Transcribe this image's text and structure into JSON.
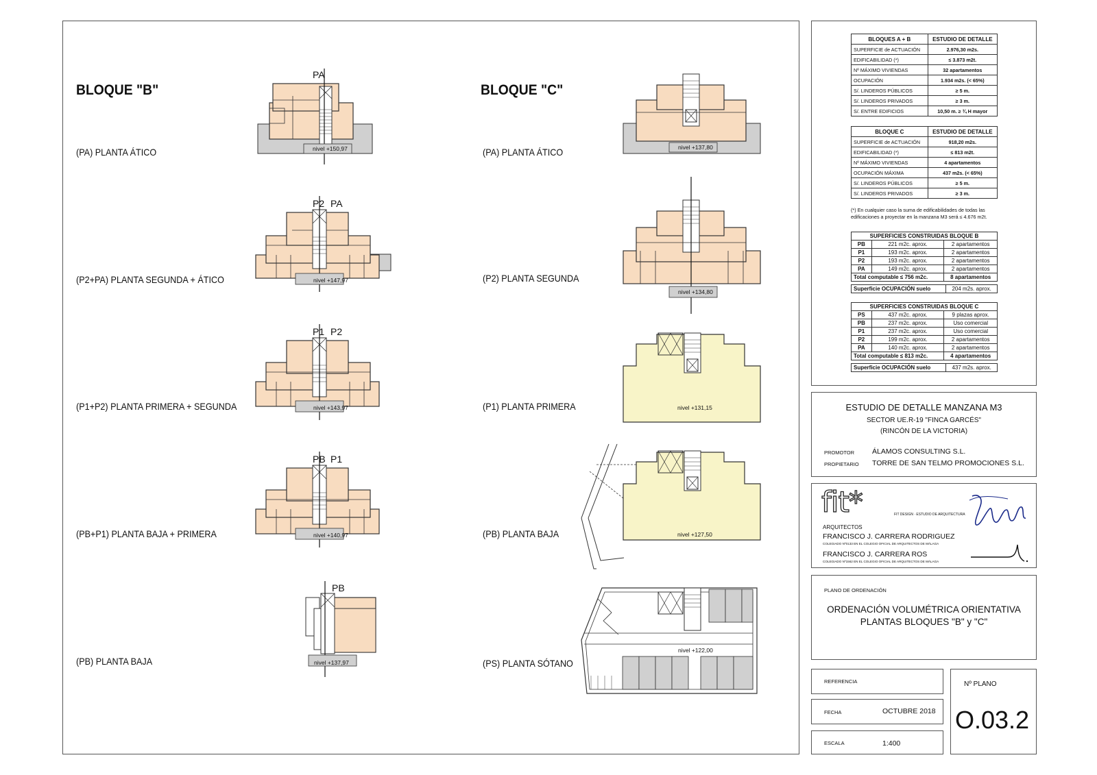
{
  "blocks": {
    "b": {
      "title": "BLOQUE \"B\"",
      "plans": [
        {
          "label": "(PA) PLANTA ÁTICO",
          "tags": [
            "PA"
          ],
          "nivel": "nivel +150,97"
        },
        {
          "label": "(P2+PA) PLANTA SEGUNDA + ÁTICO",
          "tags": [
            "P2",
            "PA"
          ],
          "nivel": "nivel +147,97"
        },
        {
          "label": "(P1+P2) PLANTA PRIMERA + SEGUNDA",
          "tags": [
            "P1",
            "P2"
          ],
          "nivel": "nivel +143,97"
        },
        {
          "label": "(PB+P1) PLANTA BAJA + PRIMERA",
          "tags": [
            "PB",
            "P1"
          ],
          "nivel": "nivel +140,97"
        },
        {
          "label": "(PB) PLANTA BAJA",
          "tags": [
            "PB"
          ],
          "nivel": "nivel +137,97"
        }
      ]
    },
    "c": {
      "title": "BLOQUE \"C\"",
      "plans": [
        {
          "label": "(PA) PLANTA ÁTICO",
          "nivel": "nivel +137,80"
        },
        {
          "label": "(P2) PLANTA SEGUNDA",
          "nivel": "nivel +134,80"
        },
        {
          "label": "(P1) PLANTA PRIMERA",
          "nivel": "nivel +131,15"
        },
        {
          "label": "(PB) PLANTA BAJA",
          "nivel": "nivel +127,50"
        },
        {
          "label": "(PS) PLANTA SÓTANO",
          "nivel": "nivel +122,00"
        }
      ]
    }
  },
  "table_ab": {
    "header": [
      "BLOQUES A + B",
      "ESTUDIO DE DETALLE"
    ],
    "rows": [
      [
        "SUPERFICIE de ACTUACIÓN",
        "2.976,30 m2s."
      ],
      [
        "EDIFICABILIDAD (*)",
        "≤ 3.873 m2t."
      ],
      [
        "Nº MÁXIMO VIVIENDAS",
        "32 apartamentos"
      ],
      [
        "OCUPACIÓN",
        "1.934 m2s. (< 65%)"
      ],
      [
        "S/. LINDEROS PÚBLICOS",
        "≥ 5 m."
      ],
      [
        "S/. LINDEROS PRIVADOS",
        "≥ 3 m."
      ],
      [
        "S/. ENTRE EDIFICIOS",
        "10,50 m. ≥ ¾ H mayor"
      ]
    ]
  },
  "table_c": {
    "header": [
      "BLOQUE C",
      "ESTUDIO DE DETALLE"
    ],
    "rows": [
      [
        "SUPERFICIE de ACTUACIÓN",
        "918,20 m2s."
      ],
      [
        "EDIFICABILIDAD (*)",
        "≤ 813 m2t."
      ],
      [
        "Nº MÁXIMO VIVIENDAS",
        "4 apartamentos"
      ],
      [
        "OCUPACIÓN MÁXIMA",
        "437 m2s. (< 65%)"
      ],
      [
        "S/. LINDEROS PÚBLICOS",
        "≥ 5 m."
      ],
      [
        "S/. LINDEROS PRIVADOS",
        "≥ 3 m."
      ]
    ]
  },
  "note": {
    "line1": "(*)  En cualquier caso la suma de edificabilidades de todas las",
    "line2": "edificaciones a proyectar en la manzana M3 será ≤ 4.676 m2t."
  },
  "sup_b": {
    "header": "SUPERFICIES CONSTRUIDAS BLOQUE B",
    "rows": [
      [
        "PB",
        "221 m2c. aprox.",
        "2 apartamentos"
      ],
      [
        "P1",
        "193 m2c. aprox.",
        "2 apartamentos"
      ],
      [
        "P2",
        "193 m2c. aprox.",
        "2 apartamentos"
      ],
      [
        "PA",
        "149 m2c. aprox.",
        "2 apartamentos"
      ]
    ],
    "total": [
      "Total computable ≤ 756 m2c.",
      "8 apartamentos"
    ],
    "ocup": [
      "Superficie OCUPACIÓN suelo",
      "204 m2s. aprox."
    ]
  },
  "sup_c": {
    "header": "SUPERFICIES CONSTRUIDAS BLOQUE C",
    "rows": [
      [
        "PS",
        "437 m2c. aprox.",
        "9 plazas aprox."
      ],
      [
        "PB",
        "237 m2c. aprox.",
        "Uso comercial"
      ],
      [
        "P1",
        "237 m2c. aprox.",
        "Uso comercial"
      ],
      [
        "P2",
        "199 m2c. aprox.",
        "2 apartamentos"
      ],
      [
        "PA",
        "140 m2c. aprox.",
        "2 apartamentos"
      ]
    ],
    "total": [
      "Total computable ≤ 813 m2c.",
      "4 apartamentos"
    ],
    "ocup": [
      "Superficie OCUPACIÓN suelo",
      "437 m2s. aprox."
    ]
  },
  "project": {
    "title": "ESTUDIO DE DETALLE MANZANA M3",
    "sector": "SECTOR UE.R-19 \"FINCA GARCÉS\"",
    "place": "(RINCÓN DE LA VICTORIA)",
    "promotor_label": "PROMOTOR",
    "promotor": "ÁLAMOS CONSULTING S.L.",
    "propietario_label": "PROPIETARIO",
    "propietario": "TORRE DE SAN TELMO PROMOCIONES S.L."
  },
  "firm": {
    "logo": "fit*",
    "tagline": "FIT DESIGN · ESTUDIO DE ARQUITECTURA",
    "arquitectos_label": "ARQUITECTOS",
    "arch1": "FRANCISCO J. CARRERA RODRIGUEZ",
    "arch1_sub": "COLEGIADO Nº0133 EN EL COLEGIO OFICIAL DE ARQUITECTOS DE MÁLAGA",
    "arch2": "FRANCISCO J. CARRERA ROS",
    "arch2_sub": "COLEGIADO Nº1562 EN EL COLEGIO OFICIAL DE ARQUITECTOS DE MÁLAGA"
  },
  "plano": {
    "label": "PLANO DE ORDENACIÓN",
    "title1": "ORDENACIÓN VOLUMÉTRICA ORIENTATIVA",
    "title2": "PLANTAS BLOQUES \"B\" y \"C\""
  },
  "meta": {
    "referencia_label": "REFERENCIA",
    "fecha_label": "FECHA",
    "fecha": "OCTUBRE 2018",
    "escala_label": "ESCALA",
    "escala": "1:400",
    "nplano_label": "Nº PLANO",
    "nplano": "O.03.2"
  },
  "colors": {
    "apartment_fill": "#f8dcc0",
    "commercial_fill": "#f8f4c8",
    "terrace_fill": "#d0d0d0",
    "line": "#333333"
  }
}
